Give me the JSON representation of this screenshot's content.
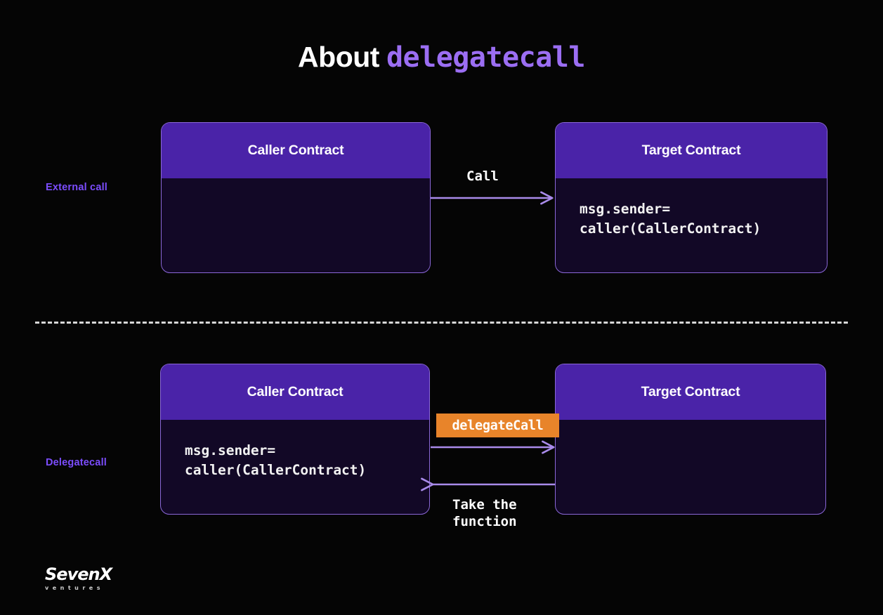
{
  "title": {
    "prefix": "About",
    "keyword": "delegatecall"
  },
  "row_labels": {
    "external": "External call",
    "delegate": "Delegatecall"
  },
  "boxes": {
    "caller_top": {
      "header": "Caller Contract",
      "body": ""
    },
    "target_top": {
      "header": "Target Contract",
      "body": "msg.sender=\ncaller(CallerContract)"
    },
    "caller_bottom": {
      "header": "Caller Contract",
      "body": "msg.sender=\ncaller(CallerContract)"
    },
    "target_bottom": {
      "header": "Target Contract",
      "body": ""
    }
  },
  "arrows": {
    "call_label": "Call",
    "delegatecall_badge": "delegateCall",
    "take_the_function_label": "Take the\nfunction"
  },
  "logo": {
    "name": "SevenX",
    "tagline": "Ventures"
  },
  "colors": {
    "background": "#050505",
    "header_purple": "#4A23A8",
    "body_navy": "#120826",
    "border_purple": "#8A67D8",
    "accent_purple": "#7C4DFF",
    "keyword_purple": "#9B6EF3",
    "arrow_purple": "#A98BEA",
    "badge_orange": "#E8842A",
    "divider_gray": "#D8D8D8",
    "text_white": "#FFFFFF"
  }
}
